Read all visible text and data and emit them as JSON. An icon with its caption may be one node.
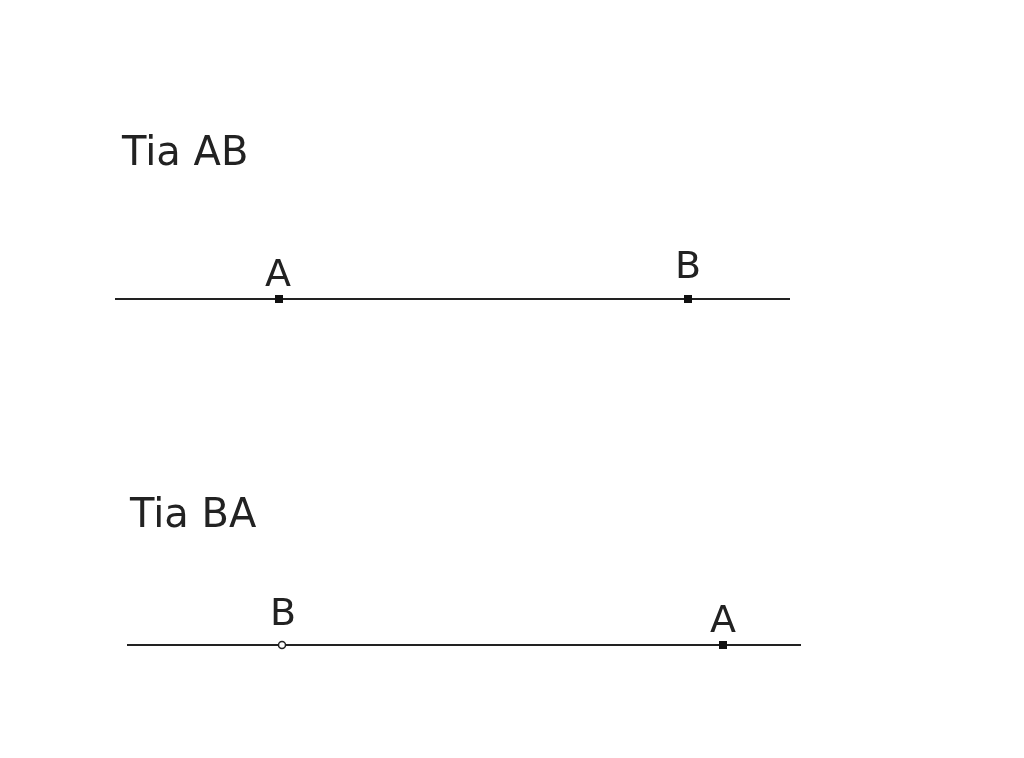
{
  "diagram": {
    "labels": [
      "Tia AB",
      "A",
      "B",
      "Tia BA",
      "B",
      "A"
    ]
  }
}
